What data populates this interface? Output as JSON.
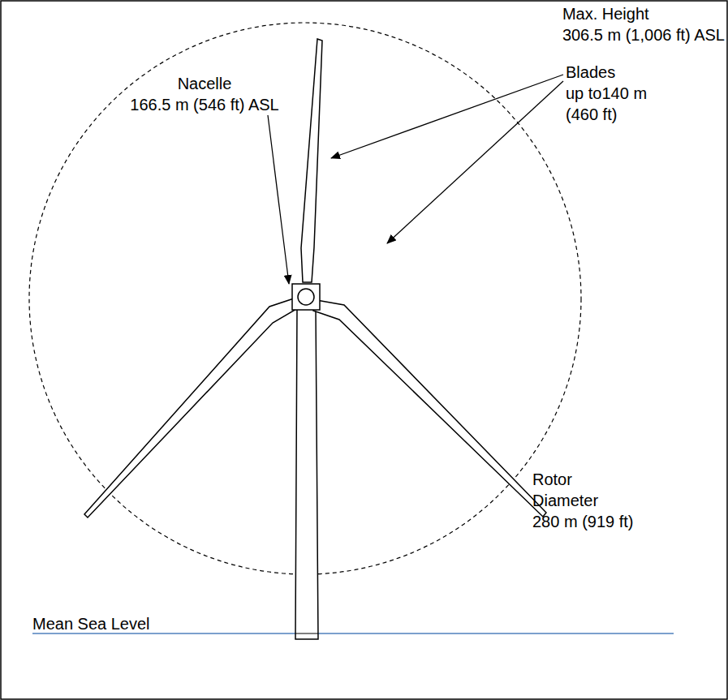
{
  "diagram": {
    "labels": [
      "Max. Height 306.5 m (1,006 ft) ASL",
      "Blades up to140 m (460 ft)",
      "Nacelle 166.5 m (546 ft) ASL",
      "Rotor Diameter 280 m (919 ft)",
      "Mean Sea Level"
    ]
  }
}
